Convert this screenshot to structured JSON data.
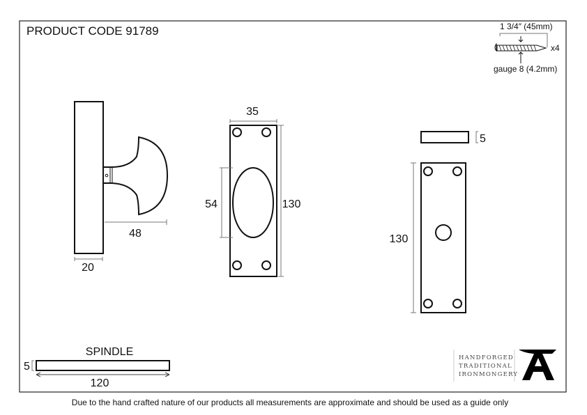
{
  "title": "PRODUCT CODE 91789",
  "screw": {
    "length": "1 3/4″ (45mm)",
    "qty": "x4",
    "gauge": "gauge 8 (4.2mm)"
  },
  "side_view": {
    "depth": "48",
    "width": "20"
  },
  "front_view": {
    "width": "35",
    "oval_height": "54",
    "height": "130"
  },
  "keep": {
    "thickness": "5",
    "height": "130"
  },
  "spindle": {
    "label": "SPINDLE",
    "thickness": "5",
    "length": "120"
  },
  "logo": {
    "lines": [
      "HANDFORGED",
      "TRADITIONAL",
      "IRONMONGERY"
    ]
  },
  "footer": "Due to the hand crafted nature of our products all measurements are approximate and should be used as a guide only"
}
